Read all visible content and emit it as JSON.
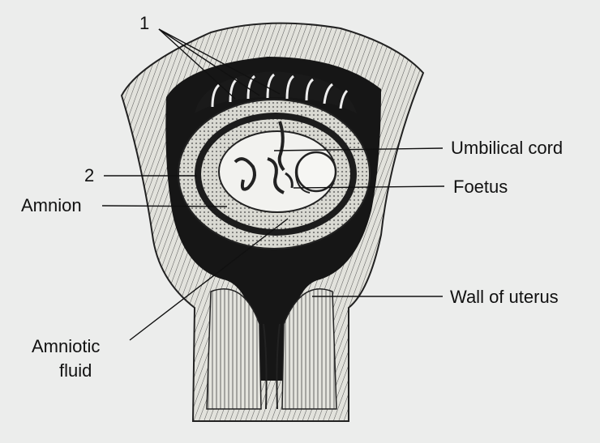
{
  "labels": {
    "one": "1",
    "two": "2",
    "amnion": "Amnion",
    "amniotic_fluid_line1": "Amniotic",
    "amniotic_fluid_line2": "fluid",
    "umbilical_cord": "Umbilical cord",
    "foetus": "Foetus",
    "wall_of_uterus": "Wall of uterus"
  },
  "colors": {
    "background": "#ecedec",
    "ink": "#111111",
    "tissue": "#dcdcd6"
  }
}
